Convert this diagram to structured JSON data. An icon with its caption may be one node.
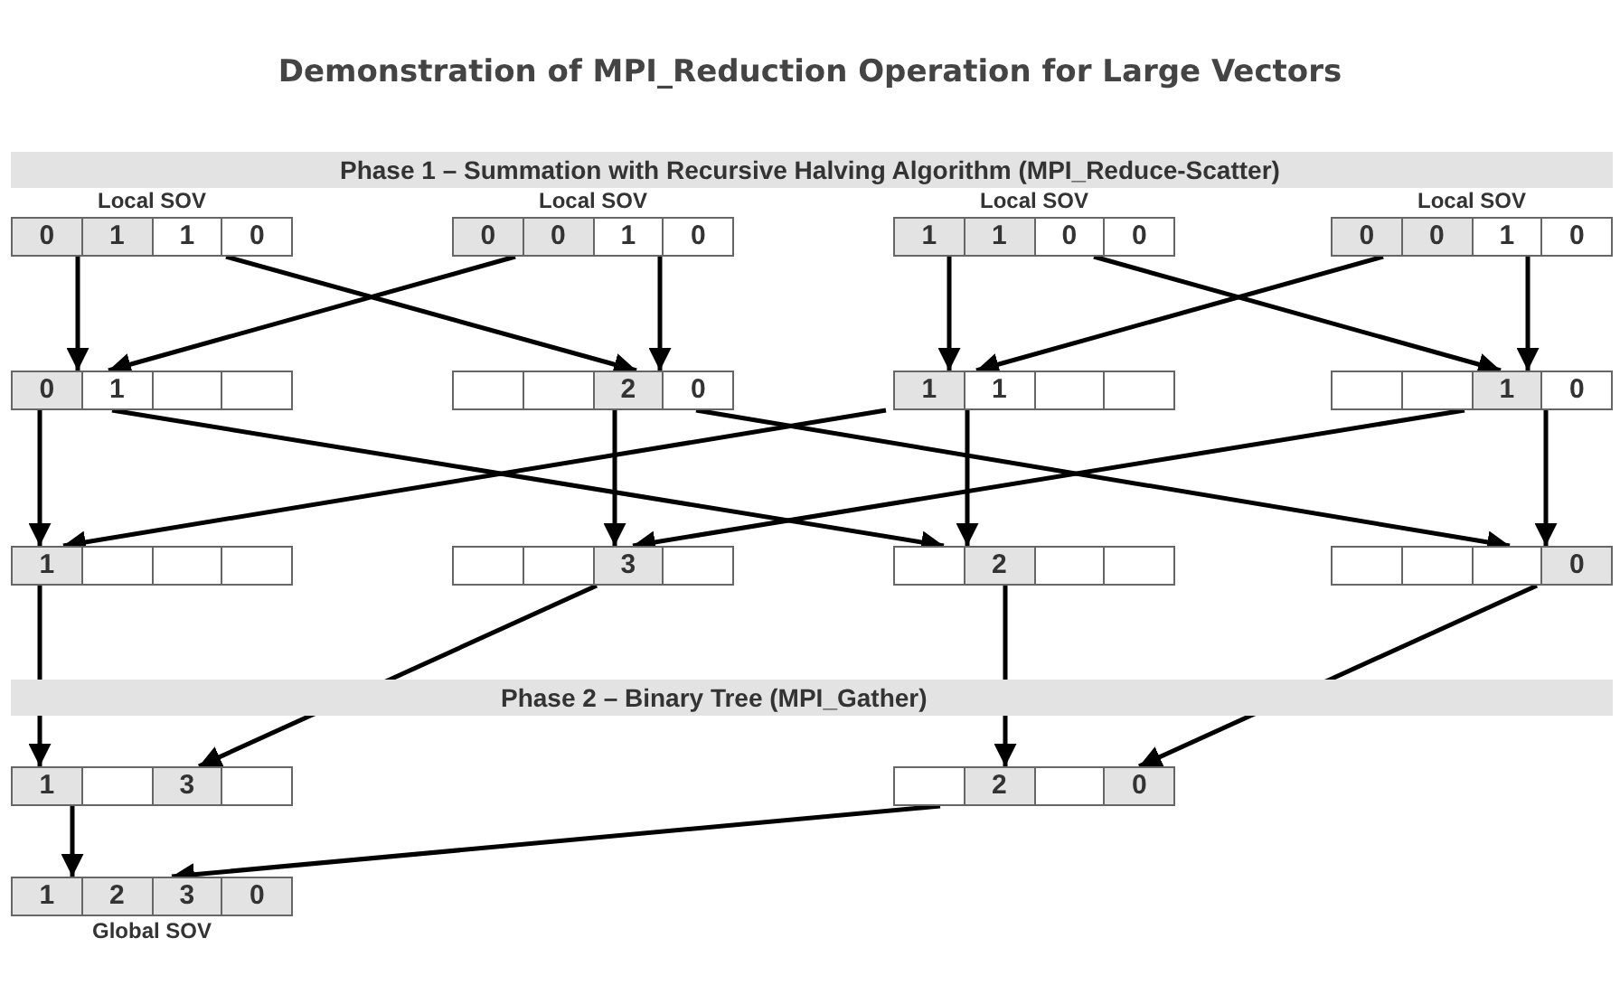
{
  "diagram": {
    "title": "Demonstration of MPI_Reduction Operation for Large Vectors",
    "nodes": [
      {
        "text": [
          "0",
          "1",
          "1",
          "0"
        ],
        "beside": [
          "Local SOV"
        ]
      },
      {
        "text": [
          "0",
          "0",
          "1",
          "0"
        ],
        "beside": [
          "Local SOV"
        ]
      },
      {
        "text": [
          "1",
          "1",
          "0",
          "0"
        ],
        "beside": [
          "Local SOV"
        ]
      },
      {
        "text": [
          "0",
          "0",
          "1",
          "0"
        ],
        "beside": [
          "Local SOV"
        ]
      },
      {
        "text": [
          "0",
          "1"
        ]
      },
      {
        "text": [
          "2",
          "0"
        ]
      },
      {
        "text": [
          "1",
          "1"
        ]
      },
      {
        "text": [
          "1",
          "0"
        ]
      },
      {
        "text": [
          "1"
        ]
      },
      {
        "text": [
          "3"
        ]
      },
      {
        "text": [
          "2"
        ]
      },
      {
        "text": [
          "0"
        ]
      },
      {
        "text": [
          "1",
          "3"
        ]
      },
      {
        "text": [
          "2",
          "0"
        ]
      },
      {
        "text": [
          "1",
          "2",
          "3",
          "0"
        ],
        "beside": [
          "Global SOV"
        ]
      }
    ],
    "edges": [
      {
        "from": 0,
        "to": 4,
        "arrow": "to"
      },
      {
        "from": 0,
        "to": 5,
        "arrow": "to"
      },
      {
        "from": 1,
        "to": 4,
        "arrow": "to"
      },
      {
        "from": 1,
        "to": 5,
        "arrow": "to"
      },
      {
        "from": 2,
        "to": 6,
        "arrow": "to"
      },
      {
        "from": 2,
        "to": 7,
        "arrow": "to"
      },
      {
        "from": 3,
        "to": 6,
        "arrow": "to"
      },
      {
        "from": 3,
        "to": 7,
        "arrow": "to"
      },
      {
        "from": 4,
        "to": 8,
        "arrow": "to"
      },
      {
        "from": 4,
        "to": 10,
        "arrow": "to"
      },
      {
        "from": 5,
        "to": 9,
        "arrow": "to"
      },
      {
        "from": 5,
        "to": 11,
        "arrow": "to"
      },
      {
        "from": 6,
        "to": 8,
        "arrow": "to"
      },
      {
        "from": 6,
        "to": 10,
        "arrow": "to"
      },
      {
        "from": 7,
        "to": 9,
        "arrow": "to"
      },
      {
        "from": 7,
        "to": 11,
        "arrow": "to"
      },
      {
        "from": 8,
        "to": 12,
        "arrow": "to"
      },
      {
        "from": 9,
        "to": 12,
        "arrow": "to"
      },
      {
        "from": 10,
        "to": 13,
        "arrow": "to"
      },
      {
        "from": 11,
        "to": 13,
        "arrow": "to"
      },
      {
        "from": 12,
        "to": 14,
        "arrow": "to"
      },
      {
        "from": 13,
        "to": 14,
        "arrow": "to"
      }
    ],
    "labels": [
      "Phase 1 – Summation with Recursive Halving Algorithm (MPI_Reduce-Scatter)",
      "Phase 2 – Binary Tree (MPI_Gather)"
    ]
  }
}
